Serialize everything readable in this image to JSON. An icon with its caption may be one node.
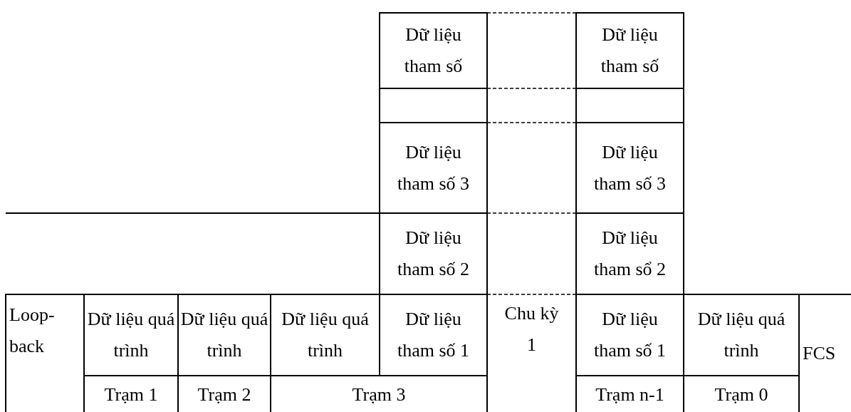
{
  "diagram": {
    "nodes": [
      {
        "text": [
          "Dữ liệu tham số"
        ]
      },
      {
        "text": [
          "Dữ liệu tham số"
        ]
      },
      {
        "text": [],
        "shape": "box"
      },
      {
        "text": [],
        "shape": "box"
      },
      {
        "text": [
          "Dữ liệu tham số 3"
        ]
      },
      {
        "text": [
          "Dữ liệu tham số 3"
        ]
      },
      {
        "text": [
          "Dữ liệu tham số 2"
        ]
      },
      {
        "text": [
          "Dữ liệu tham sổ 2"
        ]
      },
      {
        "text": [
          "Loop-back"
        ]
      },
      {
        "text": [
          "Dữ liệu quá trình"
        ]
      },
      {
        "text": [
          "Dữ liệu quá trình"
        ]
      },
      {
        "text": [
          "Dữ liệu quá trình"
        ]
      },
      {
        "text": [
          "Dữ liệu tham số 1"
        ]
      },
      {
        "text": [
          "Chu kỳ 1"
        ]
      },
      {
        "text": [
          "Dữ liệu tham số 1"
        ]
      },
      {
        "text": [
          "Dữ liệu quá trình"
        ]
      },
      {
        "text": [
          "FCS"
        ]
      },
      {
        "text": [
          "Trạm 1"
        ]
      },
      {
        "text": [
          "Trạm 2"
        ]
      },
      {
        "text": [
          "Trạm 3"
        ]
      },
      {
        "text": [
          "Trạm n-1"
        ]
      },
      {
        "text": [
          "Trạm 0"
        ]
      }
    ]
  }
}
